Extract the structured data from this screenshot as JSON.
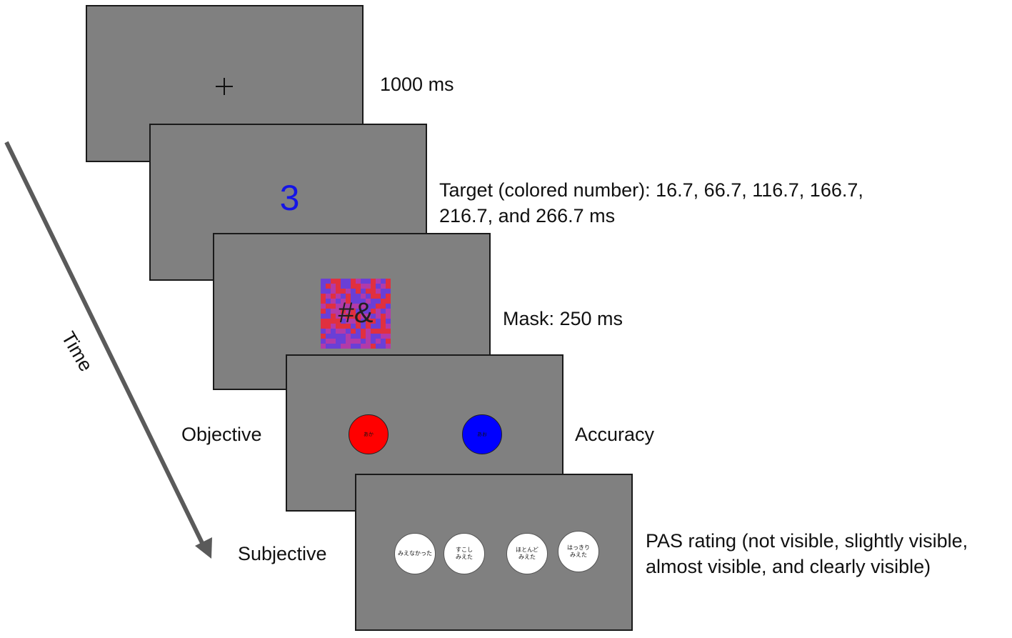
{
  "timeline": {
    "time_label": "Time",
    "arrow_color": "#5a5a5a"
  },
  "screens": {
    "fixation": {
      "symbol": "+",
      "duration_label": "1000 ms"
    },
    "target": {
      "digit": "3",
      "digit_color": "#1515e6",
      "duration_label_line1": "Target (colored number): 16.7, 66.7, 116.7, 166.7,",
      "duration_label_line2": "216.7, and 266.7 ms"
    },
    "mask": {
      "symbols": "#&",
      "pattern_colors": [
        "#e0303f",
        "#6a3fd6",
        "#b23aa8"
      ],
      "duration_label": "Mask: 250 ms"
    },
    "objective": {
      "side_label": "Objective",
      "measure_label": "Accuracy",
      "buttons": [
        {
          "text": "あか",
          "color": "#ff0000"
        },
        {
          "text": "あお",
          "color": "#0000ff"
        }
      ]
    },
    "subjective": {
      "side_label": "Subjective",
      "measure_label_line1": "PAS rating (not visible, slightly visible,",
      "measure_label_line2": "almost visible, and clearly visible)",
      "buttons": [
        {
          "text": "みえなかった"
        },
        {
          "text": "すこし\nみえた"
        },
        {
          "text": "ほとんど\nみえた"
        },
        {
          "text": "はっきり\nみえた"
        }
      ]
    }
  },
  "colors": {
    "screen_bg": "#808080",
    "screen_border": "#1a1a1a",
    "button_white": "#ffffff"
  }
}
